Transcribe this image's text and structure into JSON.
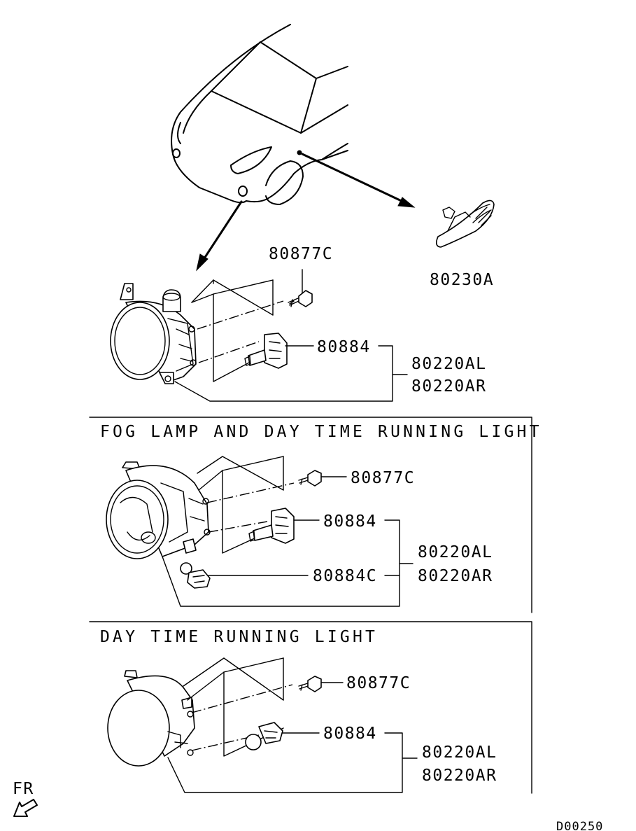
{
  "diagram": {
    "ref_code": "D00250",
    "direction_label": "FR",
    "top_assembly": {
      "labels": {
        "side_marker": "80230A",
        "screw": "80877C",
        "bulb": "80884",
        "lamp_left": "80220AL",
        "lamp_right": "80220AR"
      }
    },
    "section_fog_drl": {
      "title": "FOG LAMP AND DAY TIME RUNNING LIGHT",
      "labels": {
        "screw": "80877C",
        "bulb": "80884",
        "drl_bulb": "80884C",
        "lamp_left": "80220AL",
        "lamp_right": "80220AR"
      }
    },
    "section_drl": {
      "title": "DAY TIME RUNNING LIGHT",
      "labels": {
        "screw": "80877C",
        "bulb": "80884",
        "lamp_left": "80220AL",
        "lamp_right": "80220AR"
      }
    }
  }
}
